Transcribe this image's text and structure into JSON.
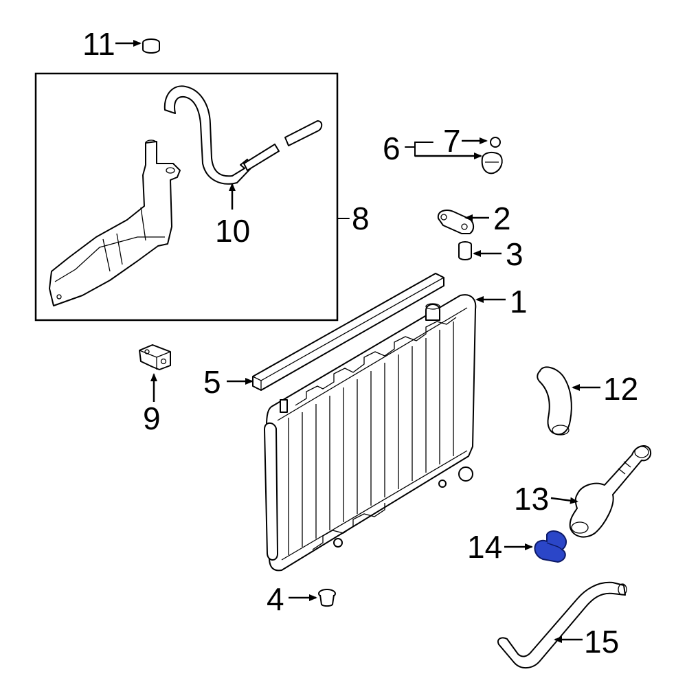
{
  "diagram": {
    "highlight_color": "#2b46c8",
    "line_color": "#000000",
    "background": "#ffffff",
    "callouts": {
      "c1": "1",
      "c2": "2",
      "c3": "3",
      "c4": "4",
      "c5": "5",
      "c6": "6",
      "c7": "7",
      "c8": "8",
      "c9": "9",
      "c10": "10",
      "c11": "11",
      "c12": "12",
      "c13": "13",
      "c14": "14",
      "c15": "15"
    },
    "highlighted_part": "14"
  }
}
